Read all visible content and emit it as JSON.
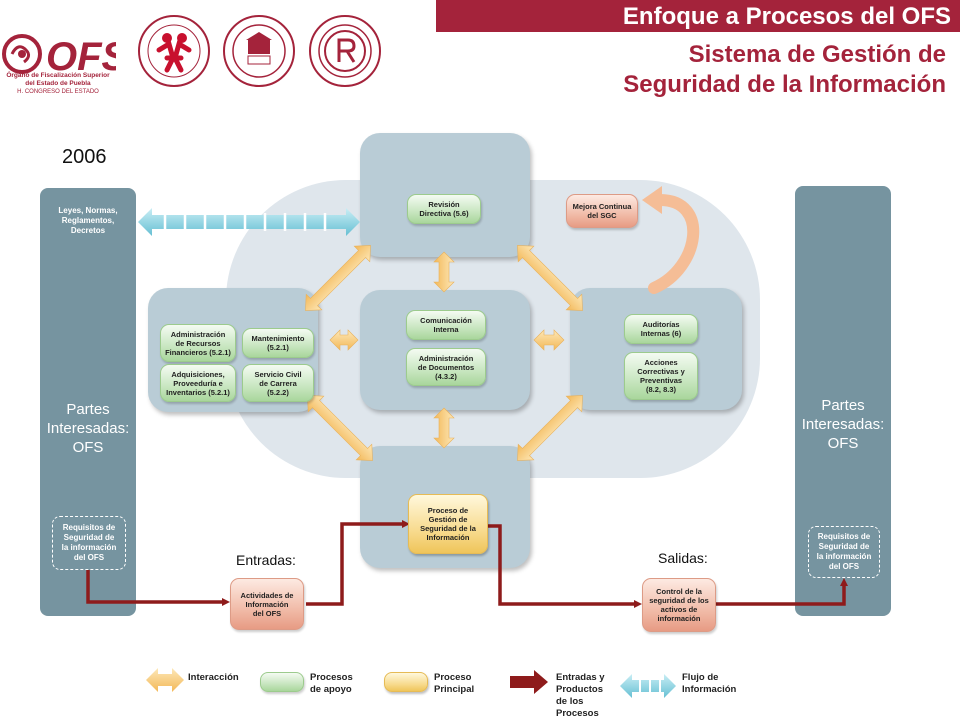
{
  "header": {
    "title": "Enfoque a Procesos del OFS",
    "subtitle_lines": [
      "Sistema de Gestión de",
      "Seguridad de la Información"
    ],
    "bar_color": "#a4233b"
  },
  "logo": {
    "mark": "OFS",
    "lines": [
      "Órgano de Fiscalización Superior",
      "del Estado de Puebla",
      "H. CONGRESO DEL ESTADO"
    ]
  },
  "seals": [
    {
      "icon": "equidad-de-genero-seal-icon"
    },
    {
      "icon": "entidad-gubernamental-iso-seal-icon"
    },
    {
      "icon": "lloyds-register-quality-assurance-seal-icon"
    }
  ],
  "year": "2006",
  "left_column": {
    "top_lines": [
      "Leyes, Normas,",
      "Reglamentos,",
      "Decretos"
    ],
    "title_lines": [
      "Partes",
      "Interesadas:",
      "OFS"
    ],
    "box_lines": [
      "Requisitos de",
      "Seguridad de",
      "la información",
      "del OFS"
    ]
  },
  "right_column": {
    "title_lines": [
      "Partes",
      "Interesadas:",
      "OFS"
    ],
    "box_lines": [
      "Requisitos de",
      "Seguridad de",
      "la información",
      "del OFS"
    ]
  },
  "nodes": {
    "revision": [
      "Revisión",
      "Directiva (5.6)"
    ],
    "mejora": [
      "Mejora Continua",
      "del SGC"
    ],
    "admin_recursos": [
      "Administración",
      "de Recursos",
      "Financieros (5.2.1)"
    ],
    "mantenimiento": [
      "Mantenimiento",
      "(5.2.1)"
    ],
    "adquisiciones": [
      "Adquisiciones,",
      "Proveeduría e",
      "Inventarios (5.2.1)"
    ],
    "servicio_civil": [
      "Servicio Civil",
      "de Carrera",
      "(5.2.2)"
    ],
    "comunicacion": [
      "Comunicación",
      "Interna"
    ],
    "admin_documentos": [
      "Administración",
      "de Documentos",
      "(4.3.2)"
    ],
    "auditorias": [
      "Auditorías",
      "Internas (6)"
    ],
    "acciones": [
      "Acciones",
      "Correctivas y",
      "Preventivas",
      "(8.2, 8.3)"
    ],
    "proceso": [
      "Proceso de",
      "Gestión de",
      "Seguridad de la",
      "Información"
    ],
    "actividades": [
      "Actividades de",
      "Información",
      "del OFS"
    ],
    "control": [
      "Control de la",
      "seguridad de los",
      "activos de",
      "información"
    ]
  },
  "labels": {
    "entradas": "Entradas:",
    "salidas": "Salidas:"
  },
  "legend": {
    "interaccion": [
      "Interacción"
    ],
    "apoyo": [
      "Procesos",
      "de apoyo"
    ],
    "principal": [
      "Proceso",
      "Principal"
    ],
    "entradas": [
      "Entradas y",
      "Productos",
      "de los",
      "Procesos"
    ],
    "flujo": [
      "Flujo de",
      "Información"
    ]
  },
  "colors": {
    "interaction_arrow": "#f6c97a",
    "flow_arrow": "#8e1b1b",
    "info_arrow": "#8fd0de",
    "column": "#7694a0",
    "square": "#b9ccd6",
    "cloud": "#dfe6ec"
  }
}
